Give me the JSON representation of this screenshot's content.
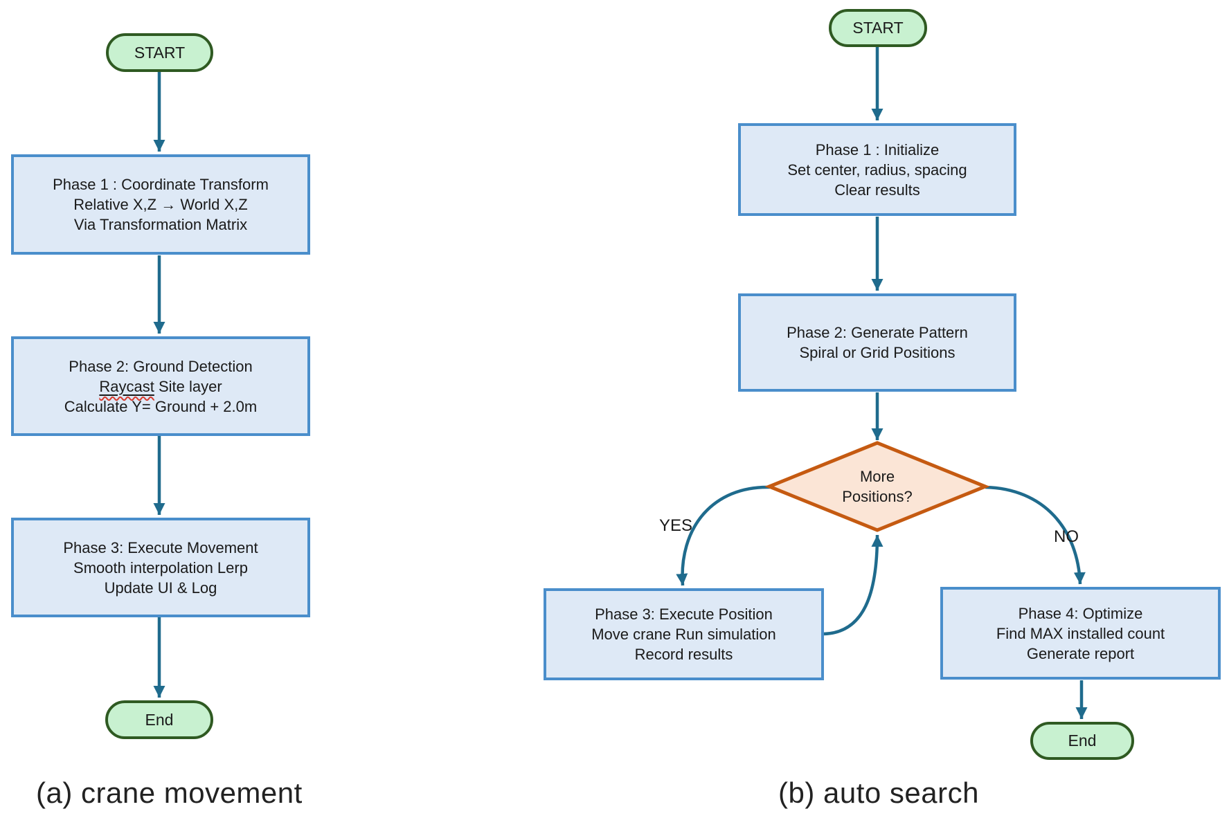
{
  "left": {
    "start_label": "START",
    "end_label": "End",
    "caption": "(a) crane movement",
    "phase1": {
      "l1": "Phase 1 : Coordinate Transform",
      "l2": "Relative X,Z → World X,Z",
      "l3": "Via Transformation Matrix"
    },
    "phase2": {
      "l1": "Phase 2: Ground Detection",
      "l2_underlined": "Raycast",
      "l2_rest": " Site layer",
      "l3": "Calculate Y= Ground + 2.0m"
    },
    "phase3": {
      "l1": "Phase 3: Execute Movement",
      "l2": "Smooth interpolation Lerp",
      "l3": "Update UI & Log"
    }
  },
  "right": {
    "start_label": "START",
    "end_label": "End",
    "caption": "(b) auto search",
    "phase1": {
      "l1": "Phase 1 : Initialize",
      "l2": "Set center, radius, spacing",
      "l3": "Clear results"
    },
    "phase2": {
      "l1": "Phase 2: Generate Pattern",
      "l2": "Spiral or Grid Positions"
    },
    "decision": {
      "l1": "More",
      "l2": "Positions?"
    },
    "yes_label": "YES",
    "no_label": "NO",
    "phase3": {
      "l1": "Phase 3: Execute Position",
      "l2": "Move crane Run simulation",
      "l3": "Record results"
    },
    "phase4": {
      "l1": "Phase 4: Optimize",
      "l2": "Find MAX installed count",
      "l3": "Generate report"
    }
  },
  "colors": {
    "process_fill": "#dee9f6",
    "process_border": "#4a8ecb",
    "terminal_fill": "#c8f1d0",
    "terminal_border": "#2f5a22",
    "decision_fill": "#fbe5d6",
    "decision_border": "#c55a11",
    "arrow": "#1f6b8d",
    "spellcheck_underline": "#d83b2e"
  }
}
